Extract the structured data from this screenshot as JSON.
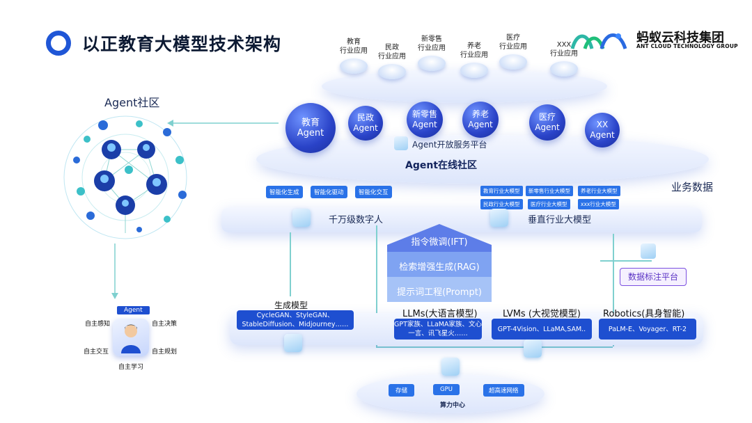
{
  "title": "以正教育大模型技术架构",
  "brand": {
    "name": "蚂蚁云科技集团",
    "sub": "ANT CLOUD TECHNOLOGY GROUP"
  },
  "applications": [
    {
      "line1": "教育",
      "line2": "行业应用"
    },
    {
      "line1": "民政",
      "line2": "行业应用"
    },
    {
      "line1": "新零售",
      "line2": "行业应用"
    },
    {
      "line1": "养老",
      "line2": "行业应用"
    },
    {
      "line1": "医疗",
      "line2": "行业应用"
    },
    {
      "line1": "XXX",
      "line2": "行业应用"
    }
  ],
  "agents": [
    {
      "line1": "教育",
      "line2": "Agent"
    },
    {
      "line1": "民政",
      "line2": "Agent"
    },
    {
      "line1": "新零售",
      "line2": "Agent"
    },
    {
      "line1": "养老",
      "line2": "Agent"
    },
    {
      "line1": "医疗",
      "line2": "Agent"
    },
    {
      "line1": "XX",
      "line2": "Agent"
    }
  ],
  "agent_platform": "Agent开放服务平台",
  "agent_community": "Agent在线社区",
  "agent_community_left": "Agent社区",
  "business_data": "业务数据",
  "digital_human": {
    "tags": [
      "智能化生成",
      "智能化驱动",
      "智能化交互"
    ],
    "label": "千万级数字人"
  },
  "vertical": {
    "tags": [
      "教育行业大模型",
      "新零售行业大模型",
      "养老行业大模型",
      "民政行业大模型",
      "医疗行业大模型",
      "xxx行业大模型"
    ],
    "label": "垂直行业大模型"
  },
  "pyramid": [
    "指令微调(IFT)",
    "检索增强生成(RAG)",
    "提示词工程(Prompt)"
  ],
  "data_annotation": "数据标注平台",
  "models": [
    {
      "title": "生成模型",
      "desc": "CycleGAN、StyleGAN、StableDiffusion、Midjourney……"
    },
    {
      "title": "LLMs(大语言模型)",
      "desc": "GPT家族、LLaMA家族、文心一言、讯飞星火……"
    },
    {
      "title": "LVMs (大视觉模型)",
      "desc": "GPT-4Vision、LLaMA,SAM.."
    },
    {
      "title": "Robotics(具身智能)",
      "desc": "PaLM-E、Voyager、RT-2"
    }
  ],
  "compute": {
    "tags": [
      "存储",
      "GPU",
      "超高速网络"
    ],
    "label": "算力中心"
  },
  "agent_person": {
    "badge": "Agent",
    "traits": [
      "自主感知",
      "自主决策",
      "自主交互",
      "自主规划",
      "自主学习"
    ]
  },
  "colors": {
    "accent": "#1e4fd0",
    "tag": "#2a72e8",
    "teal": "#5fc6c4",
    "purple": "#7b4fe0"
  }
}
